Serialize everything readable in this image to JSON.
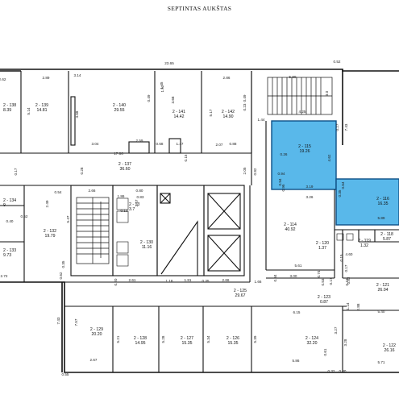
{
  "title": "SEPTINTAS AUKŠTAS",
  "colors": {
    "highlight": "#59b8ea",
    "wall": "#111111",
    "background": "#ffffff"
  },
  "rooms": [
    {
      "id": "2 - 138",
      "area": "8.39",
      "cut": true
    },
    {
      "id": "2 - 139",
      "area": "14.81"
    },
    {
      "id": "2 - 140",
      "area": "29.55"
    },
    {
      "id": "2 - 141",
      "area": "14.42"
    },
    {
      "id": "2 - 142",
      "area": "14.90"
    },
    {
      "id": "2 - 137",
      "area": "36.60"
    },
    {
      "id": "2 - 115",
      "area": "19.26",
      "highlighted": true
    },
    {
      "id": "2 - 116",
      "area": "16.35",
      "highlighted": true
    },
    {
      "id": "2 - 114",
      "area": "40.92"
    },
    {
      "id": "2 - 132",
      "area": "19.79"
    },
    {
      "id": "2 - 133",
      "area": "9.73",
      "cut": true
    },
    {
      "id": "2 - 134",
      "area": "9",
      "cut": true
    },
    {
      "id": "2 - 13",
      "area": "3.7",
      "cut": true
    },
    {
      "id": "2 - 130",
      "area": "11.16"
    },
    {
      "id": "2 - 120",
      "area": "1.37"
    },
    {
      "id": "2 - 119",
      "area": "1.32"
    },
    {
      "id": "2 - 118",
      "area": "5.87"
    },
    {
      "id": "2 - 121",
      "area": "26.04"
    },
    {
      "id": "2 - 125",
      "area": "29.67"
    },
    {
      "id": "2 - 123",
      "area": "0.87"
    },
    {
      "id": "2 - 129",
      "area": "20.20"
    },
    {
      "id": "2 - 128",
      "area": "14.95"
    },
    {
      "id": "2 - 127",
      "area": "15.35"
    },
    {
      "id": "2 - 126",
      "area": "15.35"
    },
    {
      "id": "2 - 124",
      "area": "32.20"
    },
    {
      "id": "2 - 122",
      "area": "26.16"
    }
  ],
  "dimensions": [
    "23.65",
    "0.52",
    "3.14",
    "2.89",
    "5.80",
    "2.62",
    "5.14",
    "5.17",
    "4.68",
    "0.49",
    "1.52",
    "1.45",
    "3.68",
    "2.86",
    "0.49",
    "0.23",
    "3.0",
    "1.44",
    "4.25",
    "7.43",
    "3.04",
    "2.59",
    "0.68",
    "1.47",
    "2.07",
    "0.88",
    "0.27",
    "0.26",
    "4.62",
    "0.94",
    "17.86",
    "0.28",
    "0.17",
    "0.15",
    "2.05",
    "0.94",
    "0.82",
    "3.19",
    "3.26",
    "0.35",
    "0.64",
    "0.95",
    "2.66",
    "1.86",
    "0.80",
    "0.83",
    "2.57",
    "0.54",
    "2.49",
    "0.52",
    "0.40",
    "5.47",
    "0.13",
    "0.35",
    "0.62",
    "2.72",
    "2.61",
    "0.20",
    "1.18",
    "1.81",
    "0.35",
    "2.66",
    "1.66",
    "0.34",
    "5.61",
    "3.00",
    "0.74",
    "0.53",
    "0.17",
    "0.15",
    "0.19",
    "4.60",
    "0.17",
    "0.82",
    "5.89",
    "7.43",
    "7.57",
    "6.15",
    "2.67",
    "5.21",
    "5.28",
    "5.34",
    "5.39",
    "3.27",
    "0.61",
    "3.28",
    "0.32",
    "0.80",
    "5.86",
    "5.71",
    "0.55",
    "5.40",
    "1.14",
    "2.88"
  ]
}
